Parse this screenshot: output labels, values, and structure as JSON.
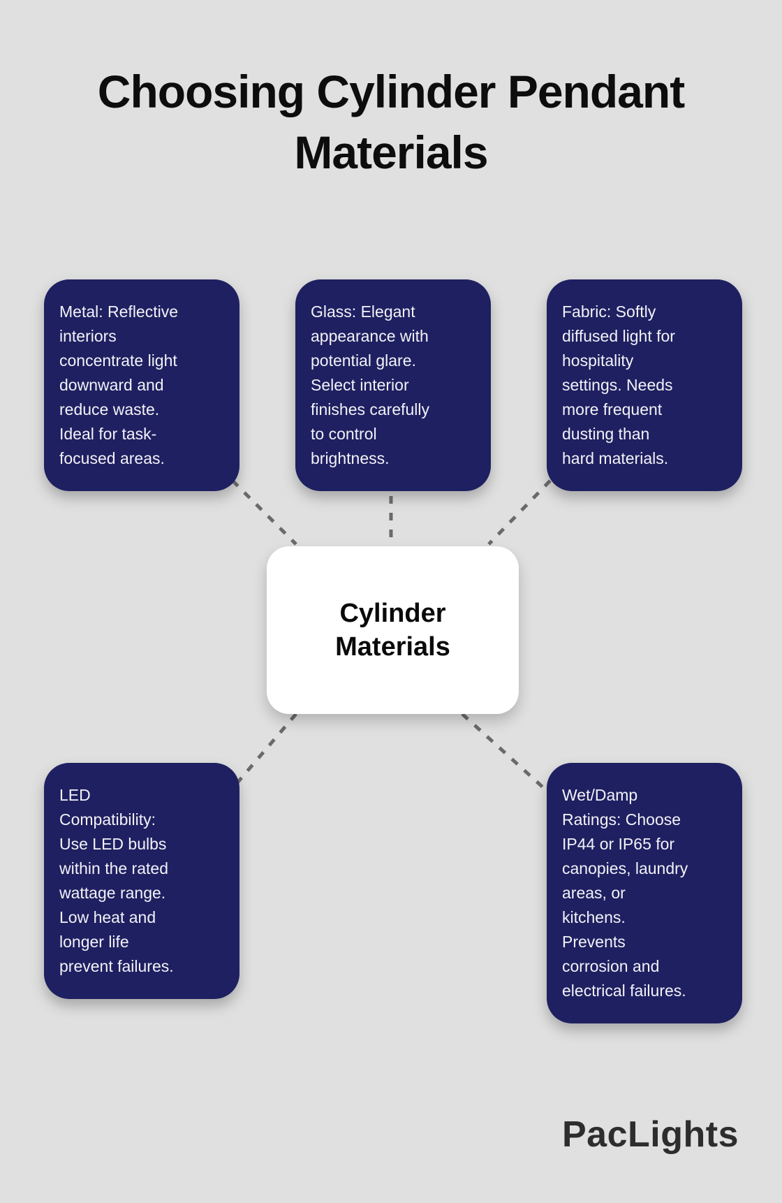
{
  "title": "Choosing Cylinder Pendant\nMaterials",
  "center_node": {
    "label": "Cylinder\nMaterials"
  },
  "nodes": [
    {
      "id": "metal",
      "text": "Metal: Reflective\ninteriors\nconcentrate light\ndownward and\nreduce waste.\nIdeal for task-\nfocused areas."
    },
    {
      "id": "glass",
      "text": "Glass: Elegant\nappearance with\npotential glare.\nSelect interior\nfinishes carefully\nto control\nbrightness."
    },
    {
      "id": "fabric",
      "text": "Fabric: Softly\ndiffused light for\nhospitality\nsettings. Needs\nmore frequent\ndusting than\nhard materials."
    },
    {
      "id": "led",
      "text": "LED\nCompatibility:\nUse LED bulbs\nwithin the rated\nwattage range.\nLow heat and\nlonger life\nprevent failures."
    },
    {
      "id": "wet_damp",
      "text": "Wet/Damp\nRatings: Choose\nIP44 or IP65 for\ncanopies, laundry\nareas, or\nkitchens.\nPrevents\ncorrosion and\nelectrical failures."
    }
  ],
  "brand": "PacLights",
  "colors": {
    "background": "#DFE0DF",
    "card_fill": "#1F2061",
    "card_text": "#F2F2F7",
    "center_fill": "#FFFFFF",
    "center_text": "#0A0A0A",
    "title_text": "#0D0D0D",
    "connector": "#6A6A6A",
    "brand_text": "#2D2D2D"
  }
}
